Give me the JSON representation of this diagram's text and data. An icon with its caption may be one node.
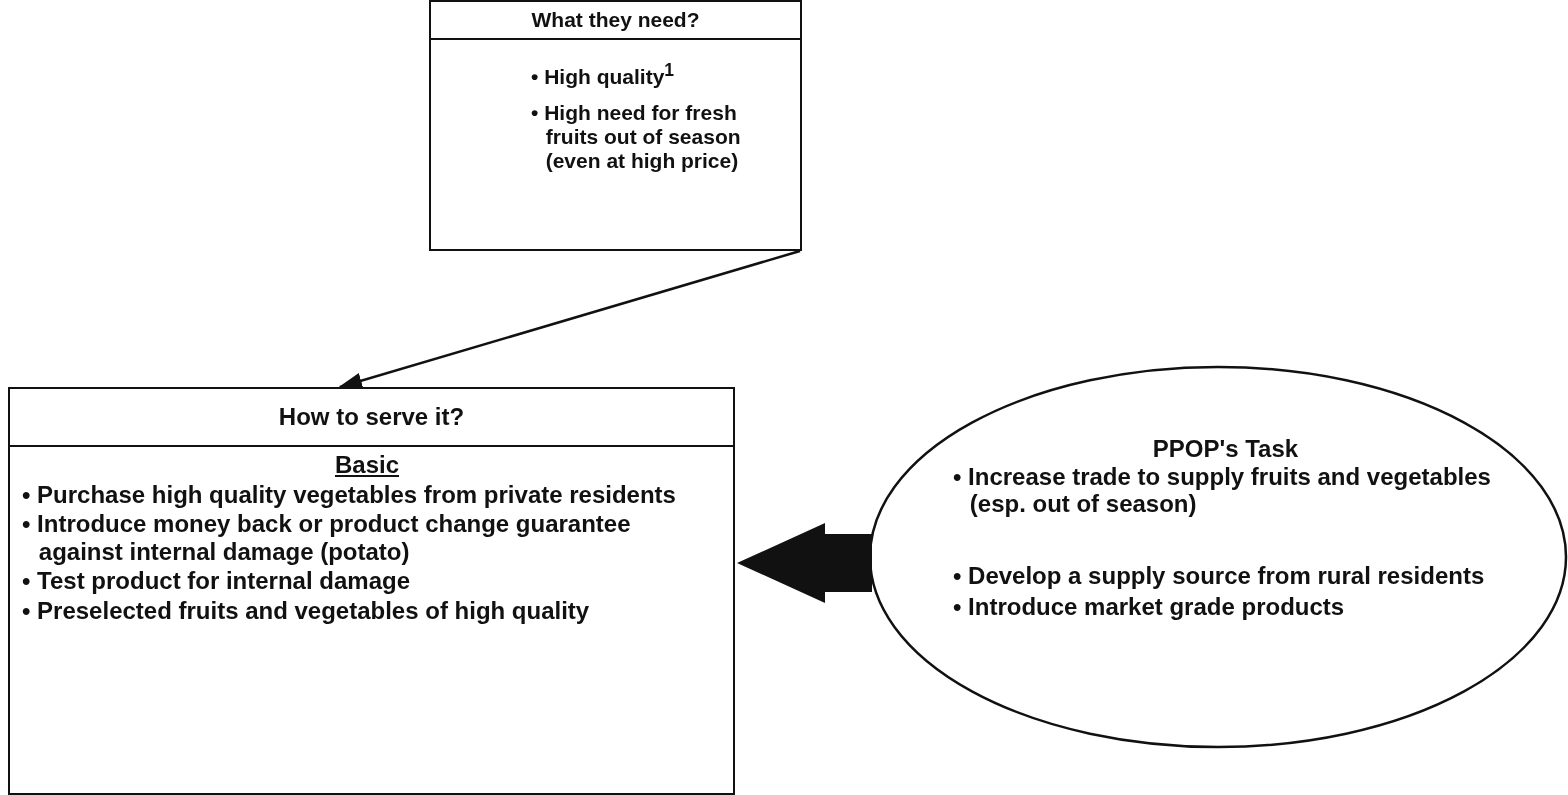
{
  "diagram": {
    "nodes": [
      {
        "text": [
          "What they need?",
          "• High quality$^{1}$",
          "• High need for fresh fruits out of season (even at high price)"
        ]
      },
      {
        "text": [
          "How to serve it?",
          "Basic",
          "• Purchase high quality vegetables from private residents",
          "• Introduce money back or product change guarantee against internal damage (potato)",
          "• Test product for internal damage",
          "• Preselected fruits and vegetables of high quality"
        ]
      },
      {
        "text": [
          "PPOP's Task",
          "• Increase trade to supply fruits and vegetables (esp. out of season)",
          "• Develop a supply source from rural residents",
          "• Introduce market grade products"
        ]
      }
    ],
    "edges": [
      {
        "from": 0,
        "to": 1,
        "arrow": "to"
      },
      {
        "from": 2,
        "to": 1,
        "arrow": "to",
        "style": "thick"
      }
    ]
  }
}
